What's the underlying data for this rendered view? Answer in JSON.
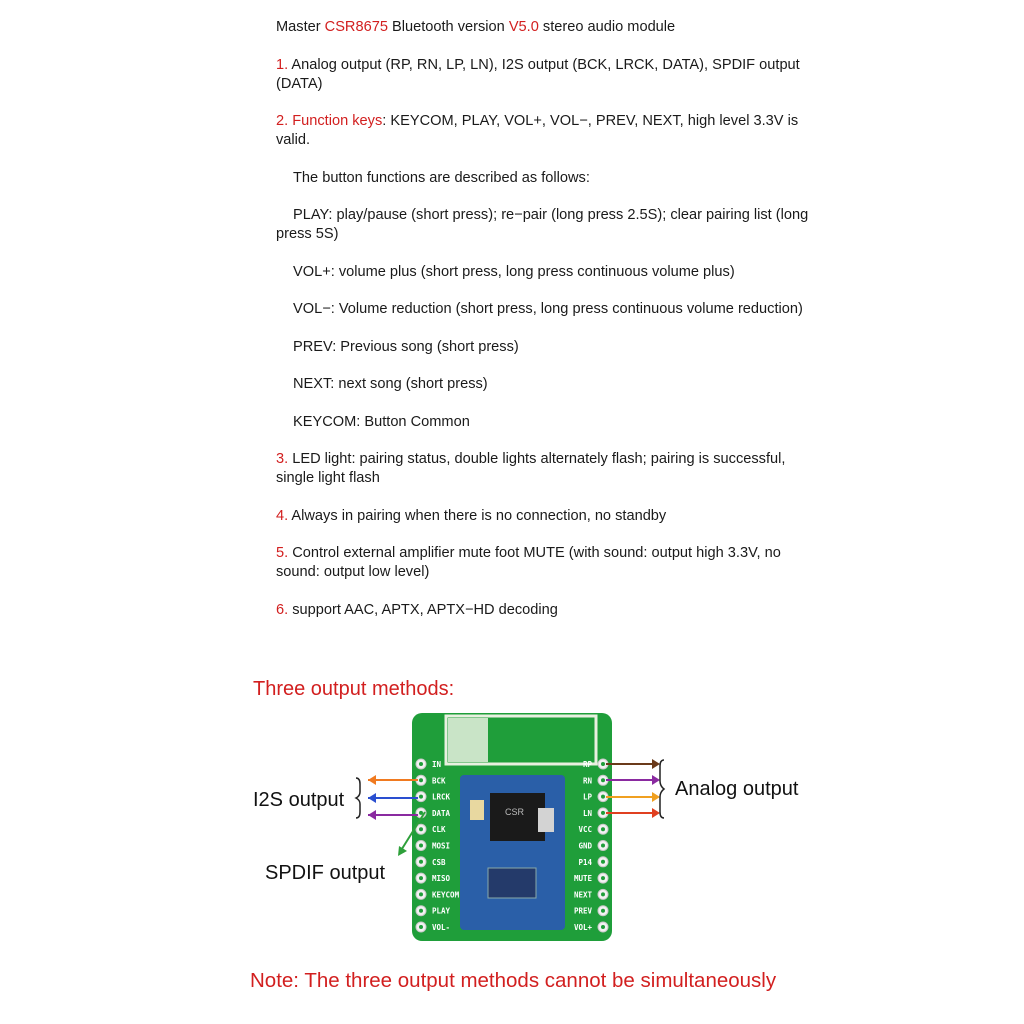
{
  "intro": {
    "prefix": "Master ",
    "chip": "CSR8675",
    "mid": " Bluetooth version ",
    "version": "V5.0",
    "suffix": " stereo audio module"
  },
  "items": [
    {
      "num": "1.",
      "head": "",
      "text": " Analog output (RP, RN, LP, LN), I2S output (BCK, LRCK, DATA), SPDIF output (DATA)"
    },
    {
      "num": "2.",
      "head": " Function keys",
      "text": ": KEYCOM, PLAY, VOL+, VOL−, PREV, NEXT, high level 3.3V is valid."
    }
  ],
  "button_functions": {
    "intro": "The button functions are described as follows:",
    "play": "PLAY: play/pause (short press); re−pair (long press 2.5S); clear pairing list (long press 5S)",
    "volplus": "VOL+: volume plus (short press, long press continuous volume plus)",
    "volminus": "VOL−: Volume reduction (short press, long press continuous volume reduction)",
    "prev": "PREV: Previous song (short press)",
    "next": "NEXT: next song (short press)",
    "keycom": "KEYCOM: Button Common"
  },
  "items2": [
    {
      "num": "3.",
      "text": " LED light: pairing status, double lights alternately flash; pairing is successful, single light flash"
    },
    {
      "num": "4.",
      "text": " Always in pairing when there is no connection, no standby"
    },
    {
      "num": "5.",
      "text": " Control external amplifier mute foot MUTE (with sound: output high 3.3V, no sound: output low level)"
    },
    {
      "num": "6.",
      "text": " support AAC, APTX, APTX−HD decoding"
    }
  ],
  "diagram": {
    "heading": "Three output methods:",
    "i2s_label": "I2S output",
    "spdif_label": "SPDIF output",
    "analog_label": "Analog output",
    "left_pins": [
      "IN",
      "BCK",
      "LRCK",
      "DATA",
      "CLK",
      "MOSI",
      "CSB",
      "MISO",
      "KEYCOM",
      "PLAY",
      "VOL-"
    ],
    "right_pins": [
      "RP",
      "RN",
      "LP",
      "LN",
      "VCC",
      "GND",
      "P14",
      "MUTE",
      "NEXT",
      "PREV",
      "VOL+"
    ],
    "chip_marking": "CSR",
    "colors": {
      "board": "#1f9e3a",
      "module": "#2a5fa8",
      "red": "#d21f1f"
    }
  },
  "note": "Note: The three output methods cannot be simultaneously"
}
